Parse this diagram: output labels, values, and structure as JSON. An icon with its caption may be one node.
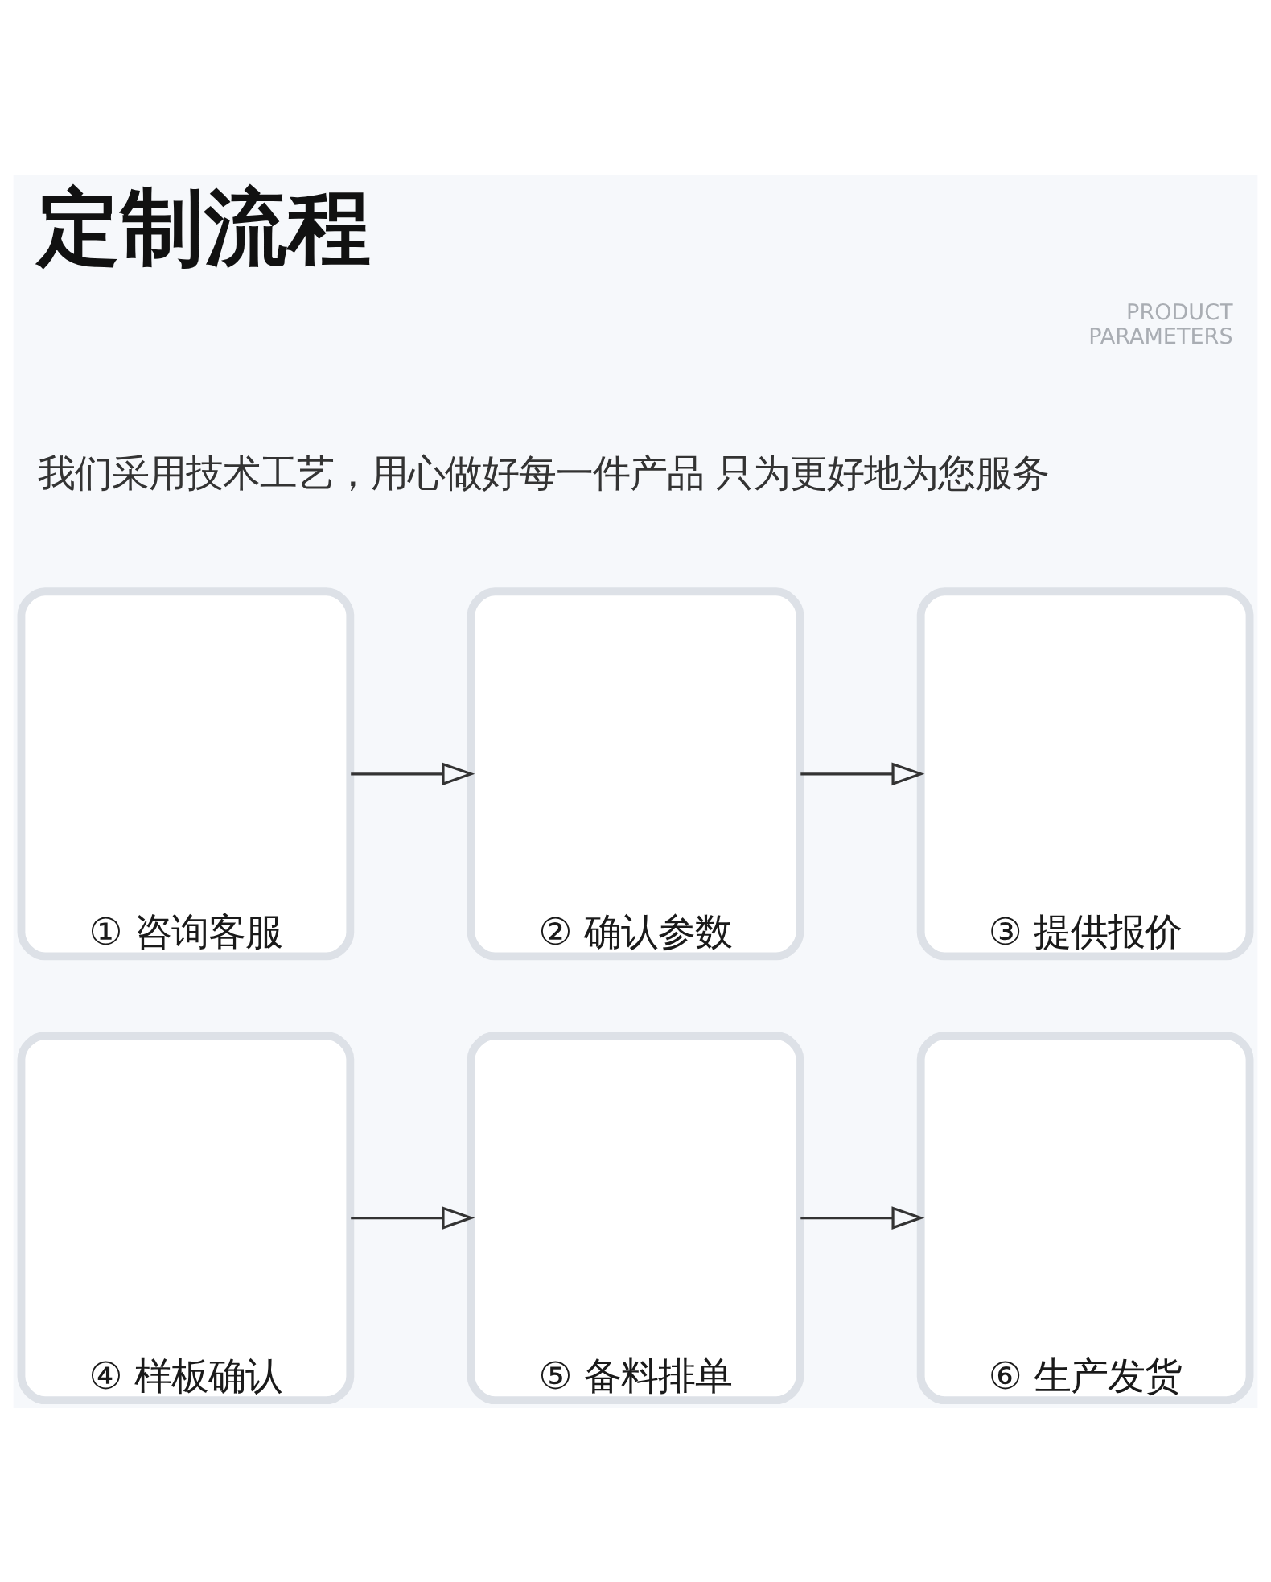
{
  "diagram": {
    "title": "定制流程",
    "nodes": [
      {
        "text": [
          "① 咨询客服"
        ]
      },
      {
        "text": [
          "② 确认参数"
        ]
      },
      {
        "text": [
          "③ 提供报价"
        ]
      },
      {
        "text": [
          "④ 样板确认"
        ]
      },
      {
        "text": [
          "⑤ 备料排单"
        ]
      },
      {
        "text": [
          "⑥ 生产发货"
        ]
      }
    ],
    "edges": [
      {
        "from": 0,
        "to": 1,
        "arrow": "to"
      },
      {
        "from": 1,
        "to": 2,
        "arrow": "to"
      },
      {
        "from": 3,
        "to": 4,
        "arrow": "to"
      },
      {
        "from": 4,
        "to": 5,
        "arrow": "to"
      }
    ],
    "labels": [
      "PRODUCT PARAMETERS",
      "我们采用技术工艺，用心做好每一件产品 只为更好地为您服务"
    ]
  }
}
